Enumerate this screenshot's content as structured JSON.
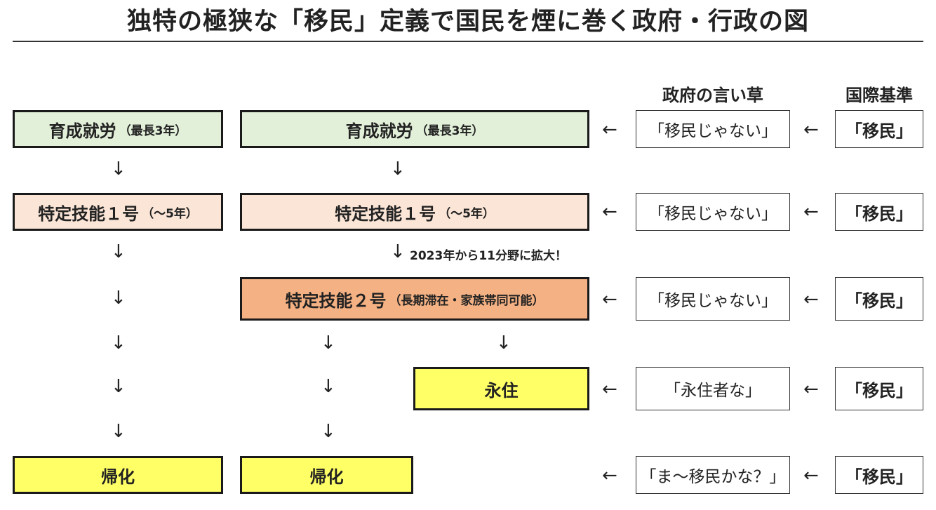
{
  "title": "独特の極狭な「移民」定義で国民を煙に巻く政府・行政の図",
  "headers": {
    "government": "政府の言い草",
    "international": "国際基準"
  },
  "left_column": {
    "r1_main": "育成就労",
    "r1_sub": "（最長3年）",
    "r2_main": "特定技能１号",
    "r2_sub": "（〜5年）",
    "r6_main": "帰化"
  },
  "center_column": {
    "r1_main": "育成就労",
    "r1_sub": "（最長3年）",
    "r2_main": "特定技能１号",
    "r2_sub": "（〜5年）",
    "r3_main": "特定技能２号",
    "r3_sub": "（長期滞在・家族帯同可能）",
    "r4_main": "永住",
    "r6_main": "帰化"
  },
  "note": "2023年から11分野に拡大！",
  "government_says": [
    "「移民じゃない」",
    "「移民じゃない」",
    "「移民じゃない」",
    "「永住者な」",
    "「ま〜移民かな？」"
  ],
  "international_standard": [
    "「移民」",
    "「移民」",
    "「移民」",
    "「移民」",
    "「移民」"
  ],
  "arrows": {
    "down": "↓",
    "left": "←"
  }
}
